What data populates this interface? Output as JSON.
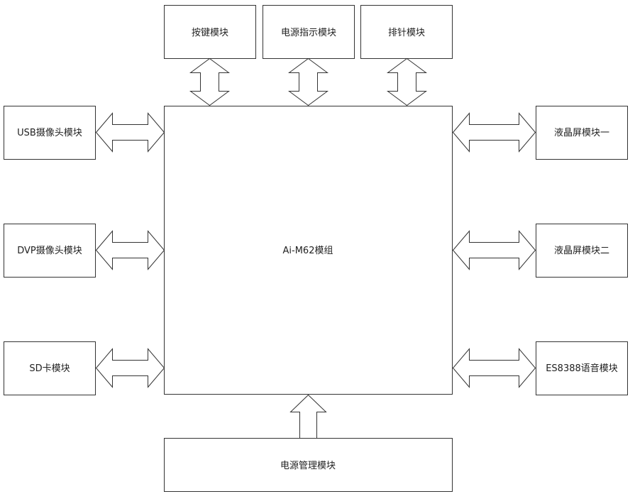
{
  "diagram": {
    "center": {
      "label": "Ai-M62模组"
    },
    "top_modules": [
      {
        "label": "按键模块"
      },
      {
        "label": "电源指示模块"
      },
      {
        "label": "排针模块"
      }
    ],
    "left_modules": [
      {
        "label": "USB摄像头模块"
      },
      {
        "label": "DVP摄像头模块"
      },
      {
        "label": "SD卡模块"
      }
    ],
    "right_modules": [
      {
        "label": "液晶屏模块一"
      },
      {
        "label": "液晶屏模块二"
      },
      {
        "label": "ES8388语音模块"
      }
    ],
    "bottom_module": {
      "label": "电源管理模块"
    }
  }
}
